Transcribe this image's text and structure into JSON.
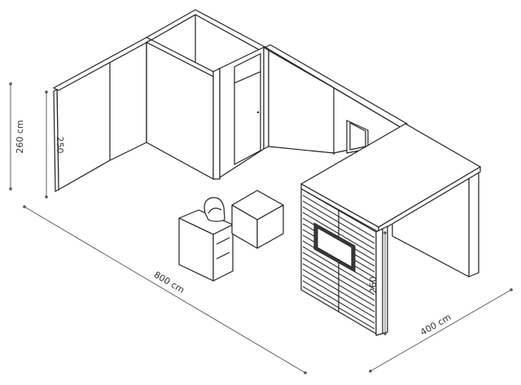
{
  "dimensions": {
    "outer_height": "260 cm",
    "wall_height": "250",
    "length": "800 cm",
    "depth": "400 cm",
    "cube_height": "260"
  }
}
